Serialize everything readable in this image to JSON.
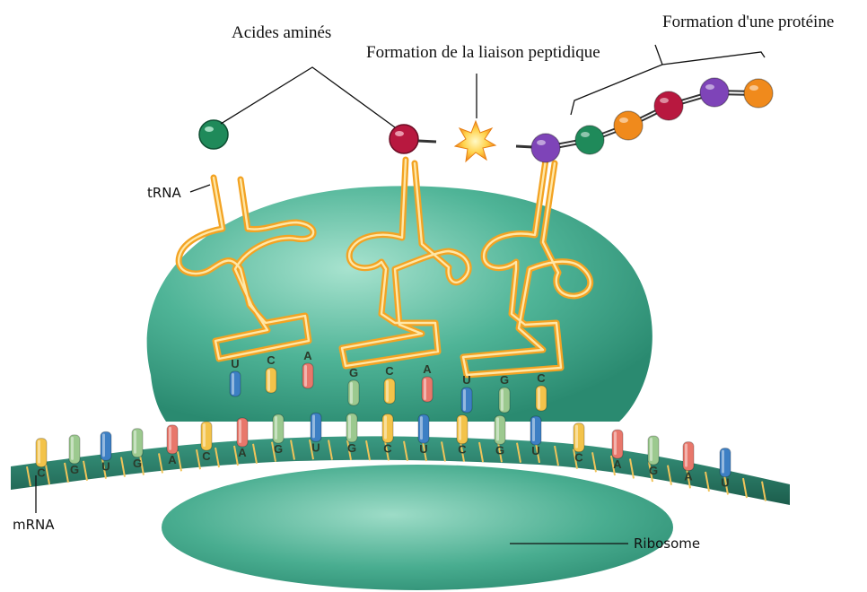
{
  "labels": {
    "amino_acids": "Acides aminés",
    "peptide_bond": "Formation de la liaison peptidique",
    "protein": "Formation d'une protéine",
    "trna": "tRNA",
    "mrna": "mRNA",
    "ribosome": "Ribosome"
  },
  "mrna_bases": [
    "C",
    "G",
    "U",
    "G",
    "A",
    "C",
    "A",
    "G",
    "U",
    "G",
    "C",
    "U",
    "C",
    "G",
    "U",
    "C",
    "A",
    "G",
    "A",
    "U"
  ],
  "trna_1_anticodon": [
    "U",
    "C",
    "A"
  ],
  "trna_2_anticodon": [
    "G",
    "C",
    "A"
  ],
  "trna_3_anticodon": [
    "U",
    "G",
    "C"
  ],
  "protein_chain_colors": [
    "#7e44b8",
    "#1f8a5a",
    "#f08a1c",
    "#b8183f",
    "#7e44b8",
    "#f08a1c"
  ],
  "amino_acid_colors": {
    "trna_1": "#1f8a5a",
    "trna_2": "#b8183f"
  },
  "base_colors": {
    "A": "#e8776b",
    "C": "#f3c34a",
    "G": "#9cc98f",
    "U": "#3d7fc4"
  }
}
